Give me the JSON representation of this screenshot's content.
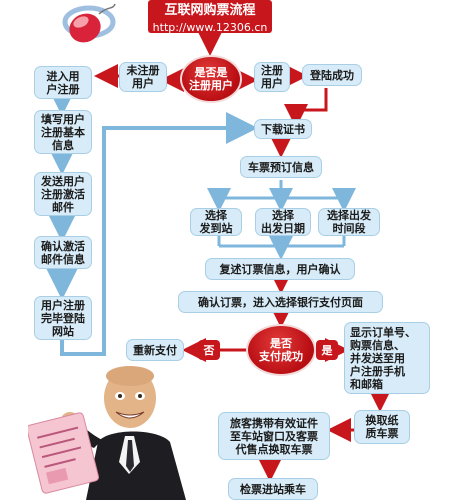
{
  "header": {
    "title": "互联网购票流程",
    "url": "http://www.12306.cn"
  },
  "decision_registered": {
    "text": "是否是\n注册用户"
  },
  "not_registered_box": {
    "text": "未注册\n用户"
  },
  "registered_box": {
    "text": "注册\n用户"
  },
  "login_success": {
    "text": "登陆成功"
  },
  "download_cert": {
    "text": "下载证书"
  },
  "ticket_booking_info": {
    "text": "车票预订信息"
  },
  "choose": [
    {
      "text": "选择\n发到站"
    },
    {
      "text": "选择\n出发日期"
    },
    {
      "text": "选择出发\n时间段"
    }
  ],
  "confirm_orders": {
    "text": "复述订票信息，用户确认"
  },
  "confirm_bank": {
    "text": "确认订票，进入选择银行支付页面"
  },
  "decision_payment": {
    "text": "是否\n支付成功"
  },
  "no_label": "否",
  "yes_label": "是",
  "repay": {
    "text": "重新支付"
  },
  "show_order": {
    "text": "显示订单号、\n购票信息、\n并发送至用\n户注册手机\n和邮箱"
  },
  "exchange_paper": {
    "text": "换取纸\n质车票"
  },
  "pickup_station": {
    "text": "旅客携带有效证件\n至车站窗口及客票\n代售点换取车票"
  },
  "board": {
    "text": "检票进站乘车"
  },
  "left_column": [
    {
      "text": "进入用\n户注册"
    },
    {
      "text": "填写用户\n注册基本\n信息"
    },
    {
      "text": "发送用户\n注册激活\n邮件"
    },
    {
      "text": "确认激活\n邮件信息"
    },
    {
      "text": "用户注册\n完毕登陆\n网站"
    }
  ],
  "colors": {
    "box_fill": "#d7ecf8",
    "connector": "#7fb7dc",
    "arrow_red": "#c8161d",
    "title_red": "#c8161d"
  },
  "icons": [
    "mouse-ie-logo-icon",
    "businessman-with-ticket-illustration"
  ]
}
